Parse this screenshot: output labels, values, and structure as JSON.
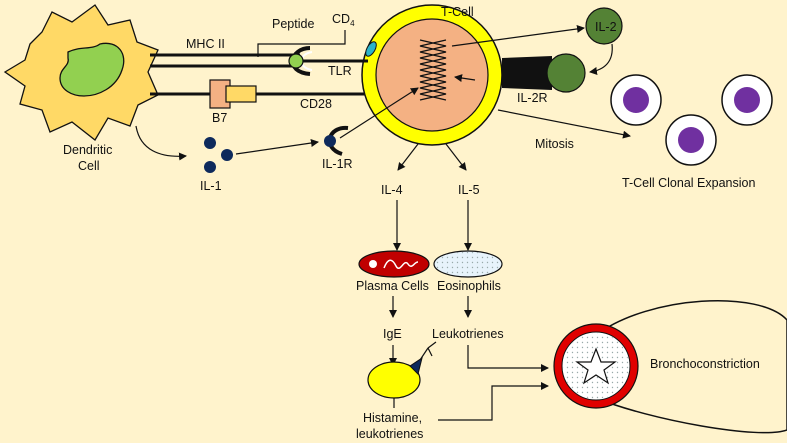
{
  "labels": {
    "mhc2": "MHC II",
    "peptide": "Peptide",
    "cd4": "CD",
    "cd4_sub": "4",
    "tcell": "T-Cell",
    "tlr": "TLR",
    "b7": "B7",
    "cd28": "CD28",
    "il2": "IL-2",
    "il2r": "IL-2R",
    "dendritic_1": "Dendritic",
    "dendritic_2": "Cell",
    "il1": "IL-1",
    "il1r": "IL-1R",
    "mitosis": "Mitosis",
    "clonal": "T-Cell Clonal Expansion",
    "il4": "IL-4",
    "il5": "IL-5",
    "plasma": "Plasma Cells",
    "eosinophils": "Eosinophils",
    "ige": "IgE",
    "leukotrienes": "Leukotrienes",
    "histamine_1": "Histamine,",
    "histamine_2": "leukotrienes",
    "broncho": "Bronchoconstriction"
  },
  "colors": {
    "background": "#fff3cc",
    "dendritic": "#ffd966",
    "nucleus": "#92d050",
    "tcell_ring": "#ffff00",
    "tcell_inner": "#f4b183",
    "il2": "#548235",
    "clonal_nucleus": "#7030a0",
    "il1": "#0e2a5c",
    "plasma": "#c00000",
    "eosinophil": "#e7f3fb",
    "mast": "#ffff00",
    "airway_ring": "#e00000"
  }
}
